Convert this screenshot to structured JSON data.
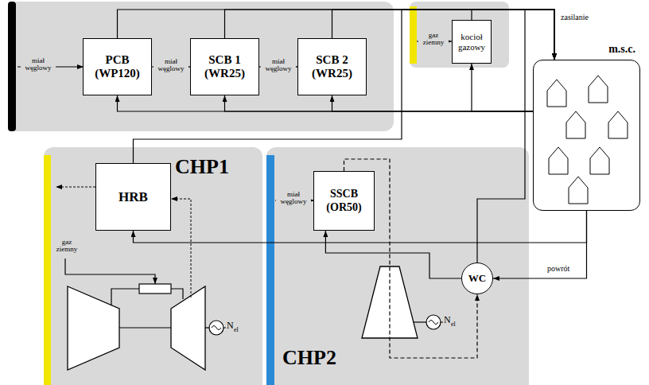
{
  "diagram": {
    "nodes": [
      {
        "text": [
          "PCB (WP120)"
        ]
      },
      {
        "text": [
          "SCB 1 (WR25)"
        ]
      },
      {
        "text": [
          "SCB 2 (WR25)"
        ]
      },
      {
        "text": [
          "kocioł gazowy"
        ]
      },
      {
        "text": [
          "m.s.c."
        ]
      },
      {
        "text": [
          "CHP1"
        ]
      },
      {
        "text": [
          "HRB"
        ],
        "in": 5
      },
      {
        "text": [
          "CHP2"
        ]
      },
      {
        "text": [
          "SSCB (OR50)"
        ],
        "in": 7
      },
      {
        "text": [
          "WC"
        ],
        "in": 7
      }
    ],
    "edges": [
      {
        "from": 0,
        "to": 1,
        "arrow": "to",
        "label": "miał węglowy"
      },
      {
        "from": 1,
        "to": 2,
        "arrow": "to",
        "label": "miał węglowy"
      },
      {
        "from": 0,
        "to": 4,
        "arrow": "to"
      },
      {
        "from": 1,
        "to": 4,
        "arrow": "to"
      },
      {
        "from": 2,
        "to": 4,
        "arrow": "to"
      },
      {
        "from": 3,
        "to": 4,
        "arrow": "to",
        "label": "zasilanie"
      },
      {
        "from": 6,
        "to": 4,
        "arrow": "to"
      },
      {
        "from": 9,
        "to": 4,
        "arrow": "to"
      },
      {
        "from": 4,
        "to": 0,
        "arrow": "to"
      },
      {
        "from": 4,
        "to": 1,
        "arrow": "to"
      },
      {
        "from": 4,
        "to": 2,
        "arrow": "to"
      },
      {
        "from": 4,
        "to": 3,
        "arrow": "to"
      },
      {
        "from": 4,
        "to": 6,
        "arrow": "to"
      },
      {
        "from": 4,
        "to": 9,
        "arrow": "to",
        "label": "powrót"
      },
      {
        "from": 8,
        "to": 9,
        "arrow": "to"
      },
      {
        "from": 9,
        "to": 8,
        "arrow": "to"
      }
    ],
    "labels": [
      "miał węglowy",
      "gaz ziemny",
      "miał węglowy",
      "gaz ziemny",
      "N",
      "el",
      "N",
      "el"
    ]
  }
}
